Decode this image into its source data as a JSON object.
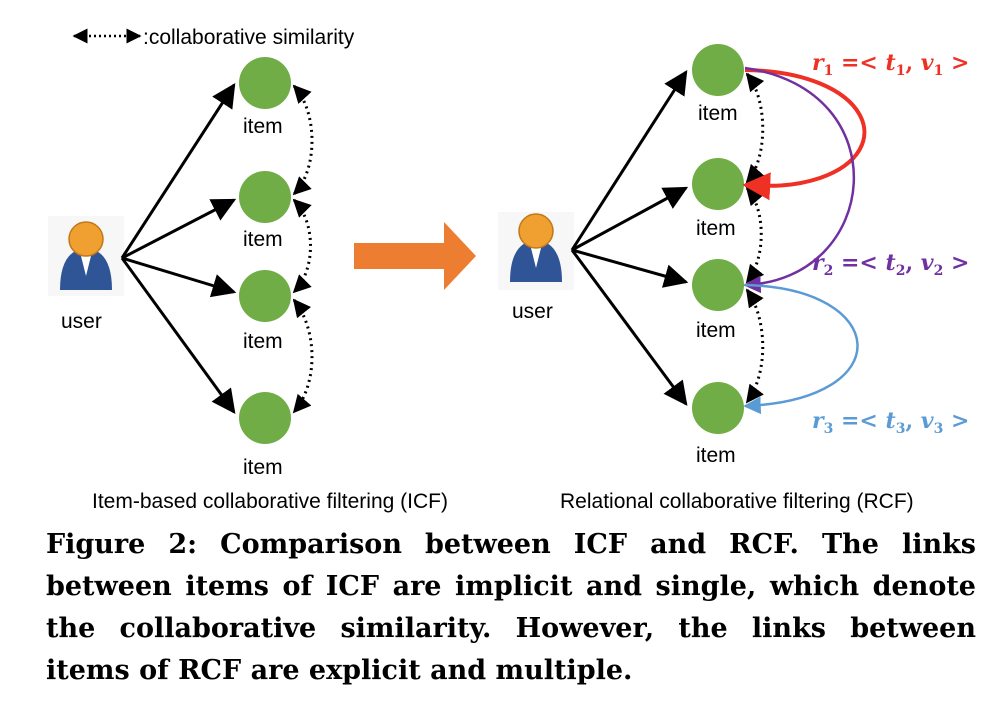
{
  "legend": {
    "text": ":collaborative similarity"
  },
  "icf": {
    "user_label": "user",
    "item_labels": [
      "item",
      "item",
      "item",
      "item"
    ],
    "title": "Item-based collaborative filtering (ICF)"
  },
  "rcf": {
    "user_label": "user",
    "item_labels": [
      "item",
      "item",
      "item",
      "item"
    ],
    "title": "Relational collaborative filtering (RCF)",
    "relations": [
      {
        "r": "r",
        "sub": "1",
        "t": "t",
        "v": "v",
        "color": "#ee3124"
      },
      {
        "r": "r",
        "sub": "2",
        "t": "t",
        "v": "v",
        "color": "#7030a0"
      },
      {
        "r": "r",
        "sub": "3",
        "t": "t",
        "v": "v",
        "color": "#5b9bd5"
      }
    ]
  },
  "colors": {
    "item": "#70ad47",
    "arrow": "#ed7d31",
    "user_head": "#f0a030",
    "user_body": "#2f5597"
  },
  "caption": "Figure 2: Comparison between ICF and RCF. The links between items of ICF are implicit and single, which denote the collaborative similarity. However, the links between items of RCF are explicit and multiple."
}
